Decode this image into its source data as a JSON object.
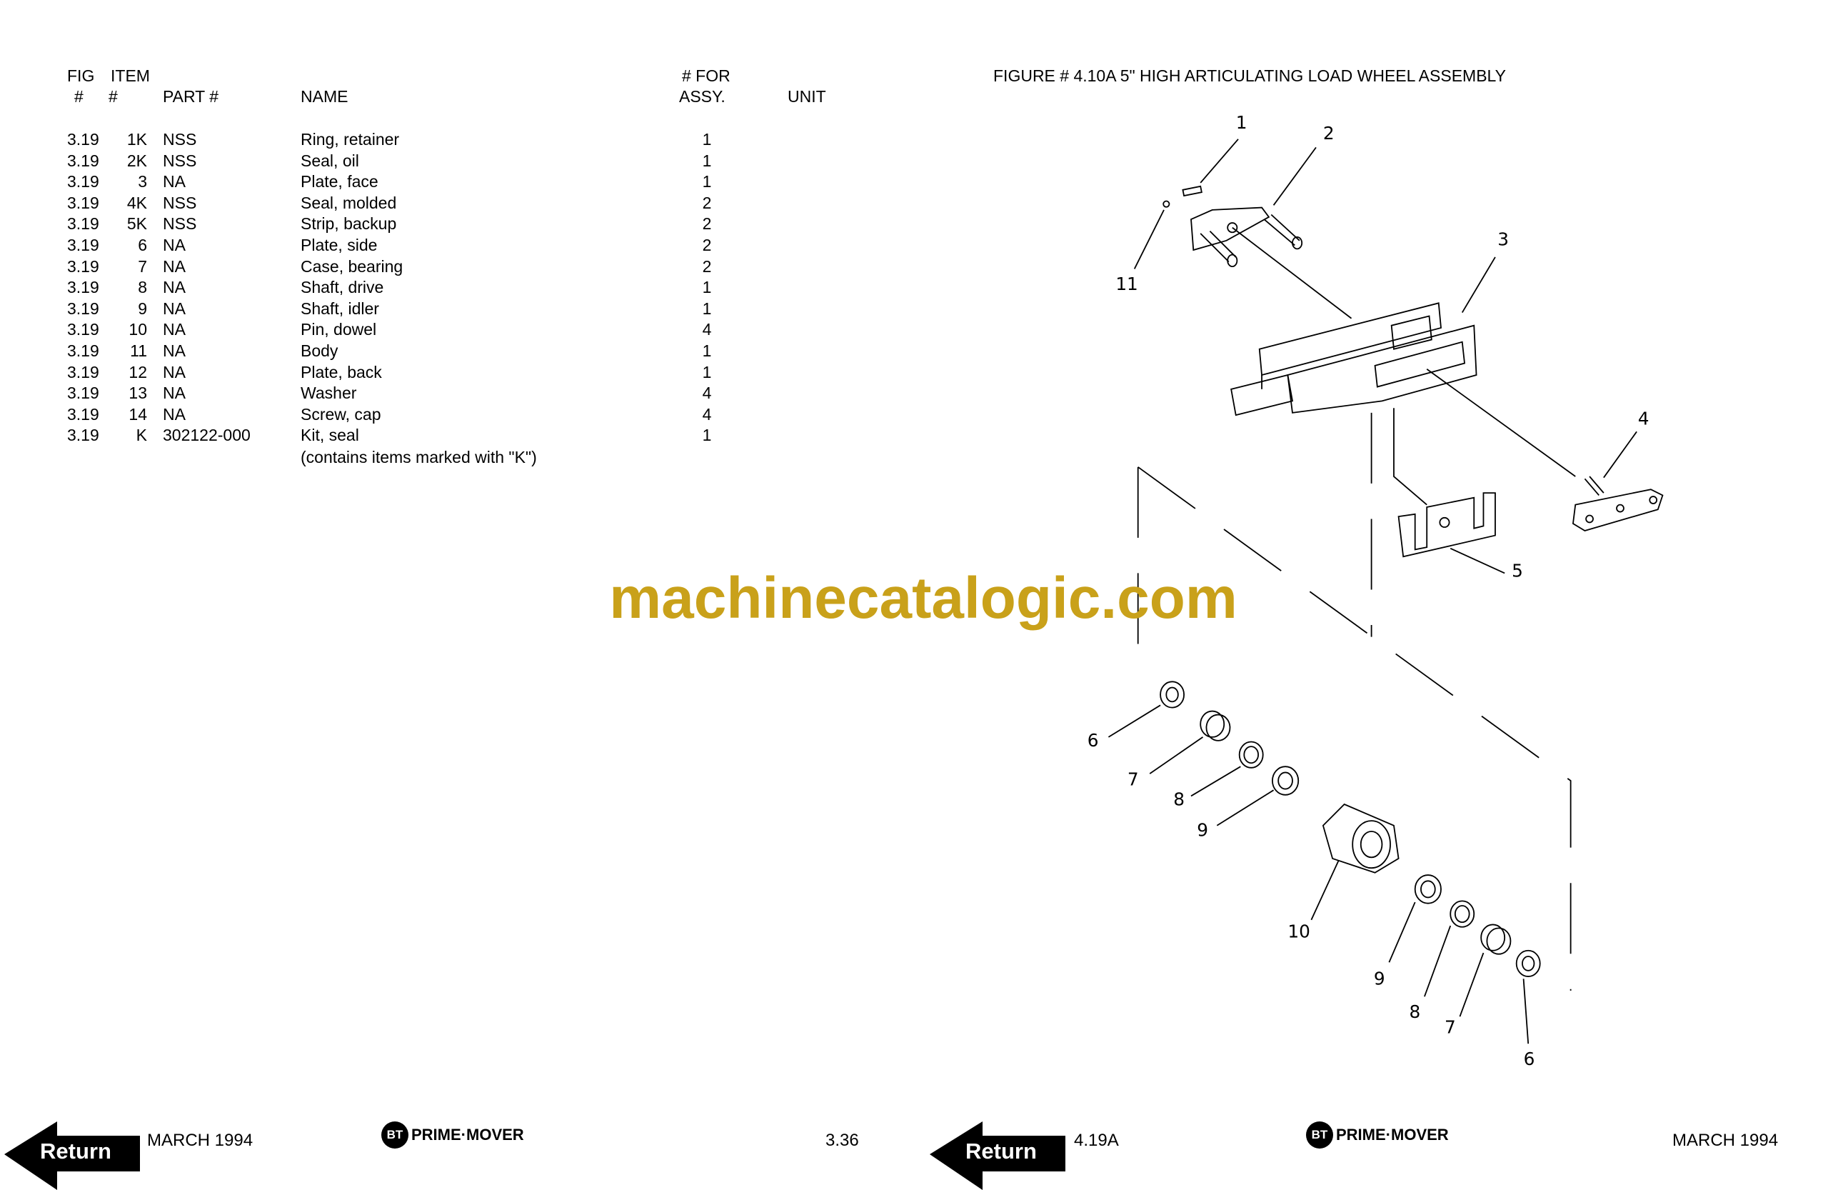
{
  "header": {
    "col_fig_line1": "FIG",
    "col_item_line1": "ITEM",
    "col_fig_line2": "#",
    "col_item_line2": "#",
    "col_part": "PART #",
    "col_name": "NAME",
    "col_qty_line1": "# FOR",
    "col_qty_line2": "ASSY.",
    "col_unit": "UNIT"
  },
  "parts": [
    {
      "fig": "3.19",
      "item": "1K",
      "part": "NSS",
      "name": "Ring, retainer",
      "qty": "1"
    },
    {
      "fig": "3.19",
      "item": "2K",
      "part": "NSS",
      "name": "Seal, oil",
      "qty": "1"
    },
    {
      "fig": "3.19",
      "item": "3",
      "part": "NA",
      "name": "Plate, face",
      "qty": "1"
    },
    {
      "fig": "3.19",
      "item": "4K",
      "part": "NSS",
      "name": "Seal, molded",
      "qty": "2"
    },
    {
      "fig": "3.19",
      "item": "5K",
      "part": "NSS",
      "name": "Strip, backup",
      "qty": "2"
    },
    {
      "fig": "3.19",
      "item": "6",
      "part": "NA",
      "name": "Plate, side",
      "qty": "2"
    },
    {
      "fig": "3.19",
      "item": "7",
      "part": "NA",
      "name": "Case, bearing",
      "qty": "2"
    },
    {
      "fig": "3.19",
      "item": "8",
      "part": "NA",
      "name": "Shaft, drive",
      "qty": "1"
    },
    {
      "fig": "3.19",
      "item": "9",
      "part": "NA",
      "name": "Shaft, idler",
      "qty": "1"
    },
    {
      "fig": "3.19",
      "item": "10",
      "part": "NA",
      "name": "Pin, dowel",
      "qty": "4"
    },
    {
      "fig": "3.19",
      "item": "11",
      "part": "NA",
      "name": "Body",
      "qty": "1"
    },
    {
      "fig": "3.19",
      "item": "12",
      "part": "NA",
      "name": "Plate, back",
      "qty": "1"
    },
    {
      "fig": "3.19",
      "item": "13",
      "part": "NA",
      "name": "Washer",
      "qty": "4"
    },
    {
      "fig": "3.19",
      "item": "14",
      "part": "NA",
      "name": "Screw, cap",
      "qty": "4"
    },
    {
      "fig": "3.19",
      "item": "K",
      "part": "302122-000",
      "name": "Kit, seal",
      "qty": "1"
    }
  ],
  "kit_note": "(contains items marked with \"K\")",
  "figure_title": "FIGURE # 4.10A  5\" HIGH ARTICULATING LOAD WHEEL ASSEMBLY",
  "watermark": "machinecatalogic.com",
  "callouts": [
    "1",
    "2",
    "11",
    "3",
    "4",
    "5",
    "6",
    "7",
    "8",
    "9",
    "10",
    "9",
    "8",
    "7",
    "6"
  ],
  "footer": {
    "left_date": "MARCH 1994",
    "left_page": "3.36",
    "right_ref": "4.19A",
    "right_date": "MARCH 1994",
    "brand": "PRIME·MOVER",
    "brand_mark": "BT",
    "return_label": "Return"
  },
  "colors": {
    "watermark": "#c9a11a"
  }
}
